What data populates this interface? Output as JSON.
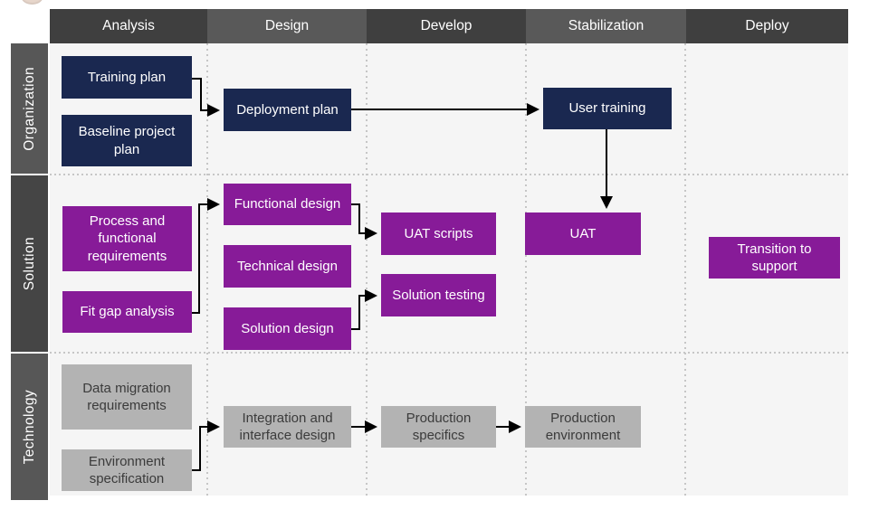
{
  "phases": [
    "Analysis",
    "Design",
    "Develop",
    "Stabilization",
    "Deploy"
  ],
  "lanes": [
    "Organization",
    "Solution",
    "Technology"
  ],
  "nodes": {
    "training_plan": "Training plan",
    "baseline_project_plan": "Baseline project plan",
    "deployment_plan": "Deployment plan",
    "user_training": "User training",
    "process_functional_requirements": "Process and functional requirements",
    "fit_gap_analysis": "Fit gap analysis",
    "functional_design": "Functional design",
    "technical_design": "Technical design",
    "solution_design": "Solution design",
    "uat_scripts": "UAT scripts",
    "solution_testing": "Solution testing",
    "uat": "UAT",
    "transition_to_support": "Transition to support",
    "data_migration_requirements": "Data migration requirements",
    "environment_specification": "Environment specification",
    "integration_interface_design": "Integration and interface design",
    "production_specifics": "Production specifics",
    "production_environment": "Production environment"
  },
  "colors": {
    "organization_box": "#1a2850",
    "solution_box": "#871b98",
    "technology_box": "#b3b3b3",
    "header_dark": "#3f3f3f",
    "header_light": "#595959",
    "lane_strip_light": "#575757",
    "lane_strip_dark": "#454545",
    "grid_background": "#f5f5f5",
    "arrow": "#000000"
  }
}
